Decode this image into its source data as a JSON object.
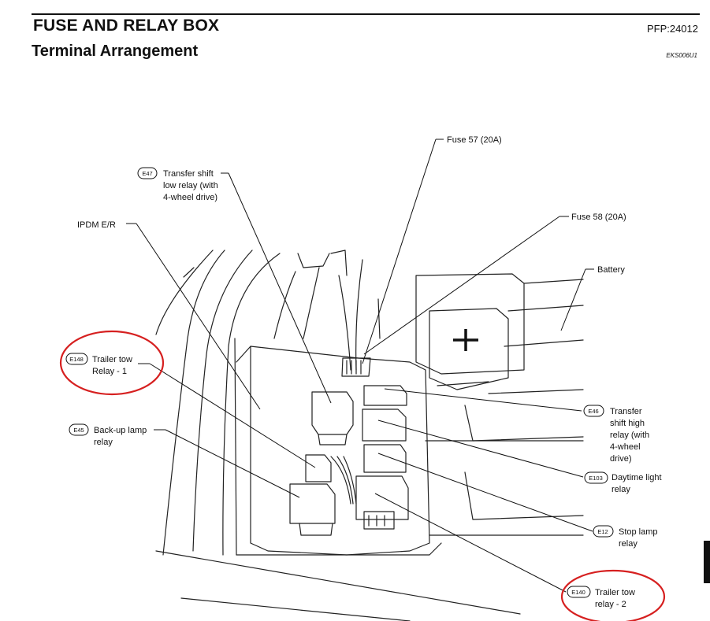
{
  "header": {
    "title": "FUSE AND RELAY BOX",
    "subtitle": "Terminal Arrangement",
    "code": "PFP:24012",
    "figure_id": "EKS006U1"
  },
  "callouts": {
    "fuse57": {
      "lines": [
        "Fuse 57 (20A)"
      ]
    },
    "fuse58": {
      "lines": [
        "Fuse 58 (20A)"
      ]
    },
    "battery": {
      "lines": [
        "Battery"
      ]
    },
    "ipdm": {
      "lines": [
        "IPDM E/R"
      ]
    },
    "e47": {
      "badge": "E47",
      "lines": [
        "Transfer shift",
        "low relay (with",
        "4-wheel drive)"
      ]
    },
    "e148": {
      "badge": "E148",
      "lines": [
        "Trailer tow",
        "Relay - 1"
      ]
    },
    "e45": {
      "badge": "E45",
      "lines": [
        "Back-up lamp",
        "relay"
      ]
    },
    "e46": {
      "badge": "E46",
      "lines": [
        "Transfer",
        "shift high",
        "relay (with",
        "4-wheel",
        "drive)"
      ]
    },
    "e103": {
      "badge": "E103",
      "lines": [
        "Daytime light",
        "relay"
      ]
    },
    "e12": {
      "badge": "E12",
      "lines": [
        "Stop lamp",
        "relay"
      ]
    },
    "e140": {
      "badge": "E140",
      "lines": [
        "Trailer tow",
        "relay - 2"
      ]
    }
  },
  "highlight_color": "#d62020"
}
